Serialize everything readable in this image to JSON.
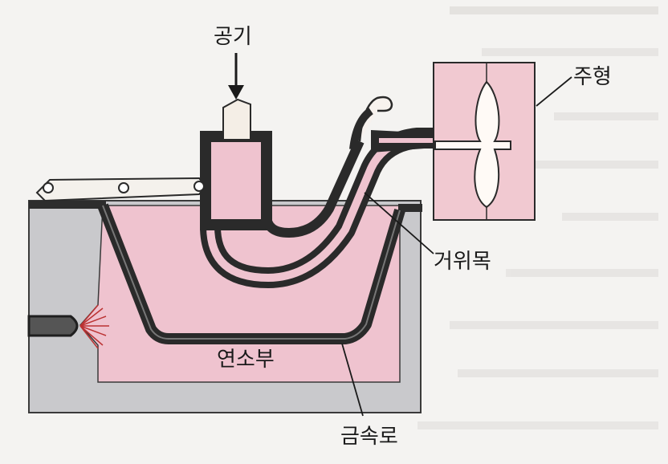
{
  "labels": {
    "air": "공기",
    "mold": "주형",
    "gooseneck": "거위목",
    "combustion": "연소부",
    "metal_pot": "금속로"
  },
  "colors": {
    "background": "#f4f3f1",
    "furnace_gray": "#c9c9cc",
    "molten_pink": "#efc3cf",
    "mold_pink": "#f1c9d1",
    "outline": "#2a2a2a"
  }
}
